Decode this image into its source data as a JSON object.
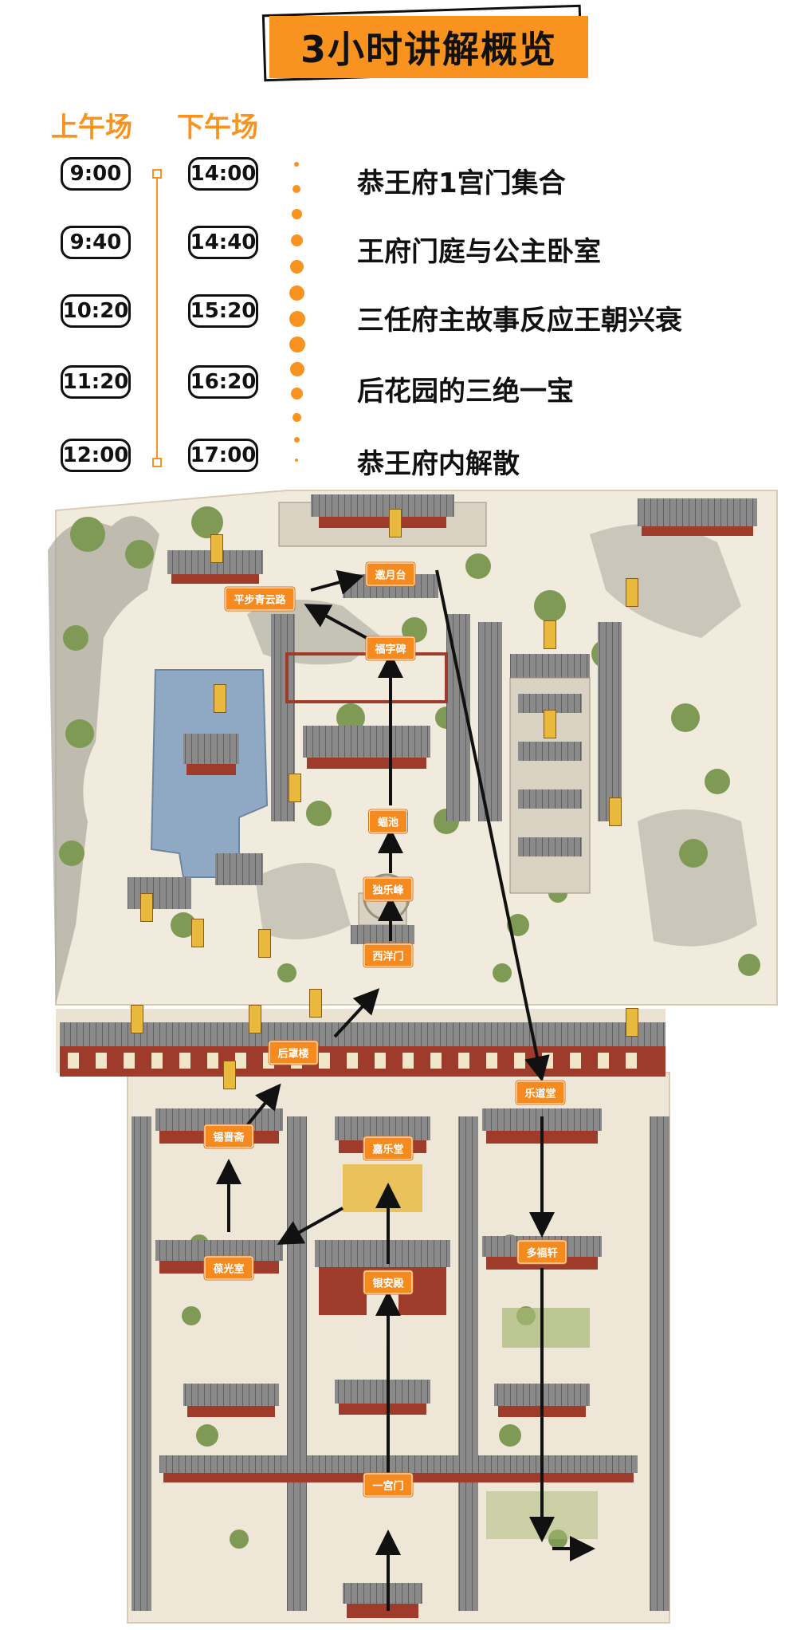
{
  "header": {
    "title": "3小时讲解概览"
  },
  "schedule": {
    "morning_label": "上午场",
    "afternoon_label": "下午场",
    "rows": [
      {
        "am": "9:00",
        "pm": "14:00",
        "stop": "恭王府1宫门集合"
      },
      {
        "am": "9:40",
        "pm": "14:40",
        "stop": "王府门庭与公主卧室"
      },
      {
        "am": "10:20",
        "pm": "15:20",
        "stop": "三任府主故事反应王朝兴衰"
      },
      {
        "am": "11:20",
        "pm": "16:20",
        "stop": "后花园的三绝一宝"
      },
      {
        "am": "12:00",
        "pm": "17:00",
        "stop": "恭王府内解散"
      }
    ]
  },
  "map": {
    "colors": {
      "accent": "#f7931e",
      "label": "#f58a1f",
      "roof": "#6b6b6b",
      "wall": "#9e3b2a",
      "water": "#8fa9c4",
      "ground": "#efe7d9",
      "tree": "#7f9a55"
    },
    "labels": [
      {
        "id": "yiyuetai",
        "text": "邀月台"
      },
      {
        "id": "pingbu",
        "text": "平步青云路"
      },
      {
        "id": "fuzibei",
        "text": "福字碑"
      },
      {
        "id": "fuchi",
        "text": "蝠池"
      },
      {
        "id": "dulefeng",
        "text": "独乐峰"
      },
      {
        "id": "xiyangmen",
        "text": "西洋门"
      },
      {
        "id": "houzhaolou",
        "text": "后罩楼"
      },
      {
        "id": "ledaotang",
        "text": "乐道堂"
      },
      {
        "id": "xijinzhai",
        "text": "锡晋斋"
      },
      {
        "id": "jialetang",
        "text": "嘉乐堂"
      },
      {
        "id": "baoguangshi",
        "text": "葆光室"
      },
      {
        "id": "yinandian",
        "text": "银安殿"
      },
      {
        "id": "duofuxuan",
        "text": "多福轩"
      },
      {
        "id": "yigongmen",
        "text": "一宫门"
      }
    ]
  }
}
